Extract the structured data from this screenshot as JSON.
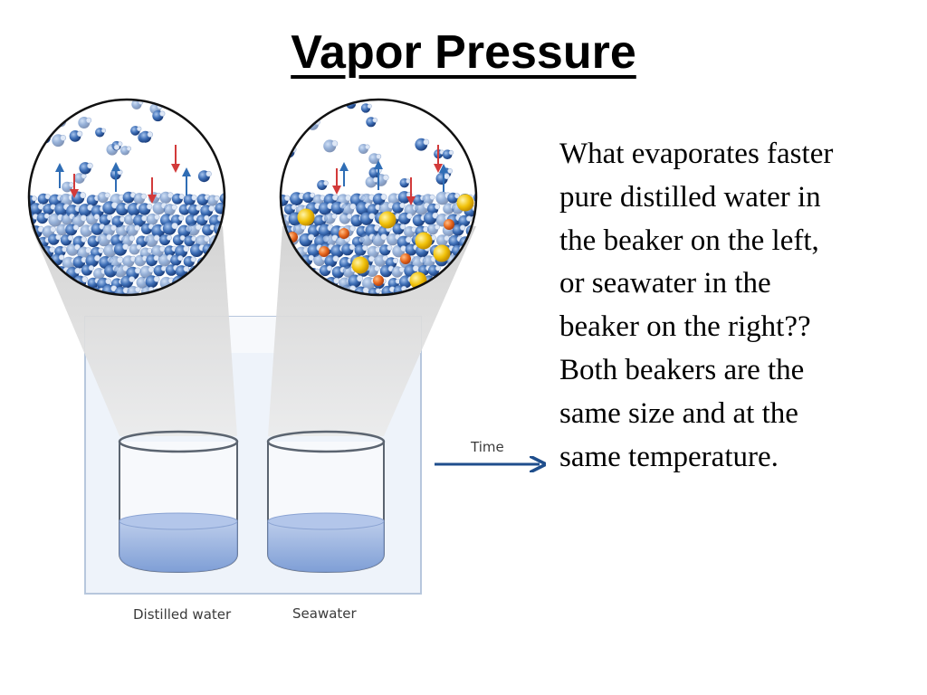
{
  "title": "Vapor Pressure",
  "diagram": {
    "left_label": "Distilled water",
    "right_label": "Seawater",
    "arrow_label": "Time",
    "icons": [
      "water-molecule-icon",
      "salt-ion-icon",
      "evaporation-arrow-icon",
      "condensation-arrow-icon"
    ],
    "colors": {
      "water_molecule": "#2f5fa5",
      "sodium_ion": "#f1c20a",
      "chloride_ion": "#e9691e",
      "up_arrow": "#2f6db5",
      "down_arrow": "#d23a3a",
      "time_arrow": "#1f4e8c"
    }
  },
  "question": {
    "lines": [
      "What evaporates faster",
      "pure distilled water in",
      "the beaker on the left,",
      "or seawater in the",
      "beaker on the right??",
      "Both beakers are the",
      "same size and at the",
      "same temperature."
    ]
  }
}
